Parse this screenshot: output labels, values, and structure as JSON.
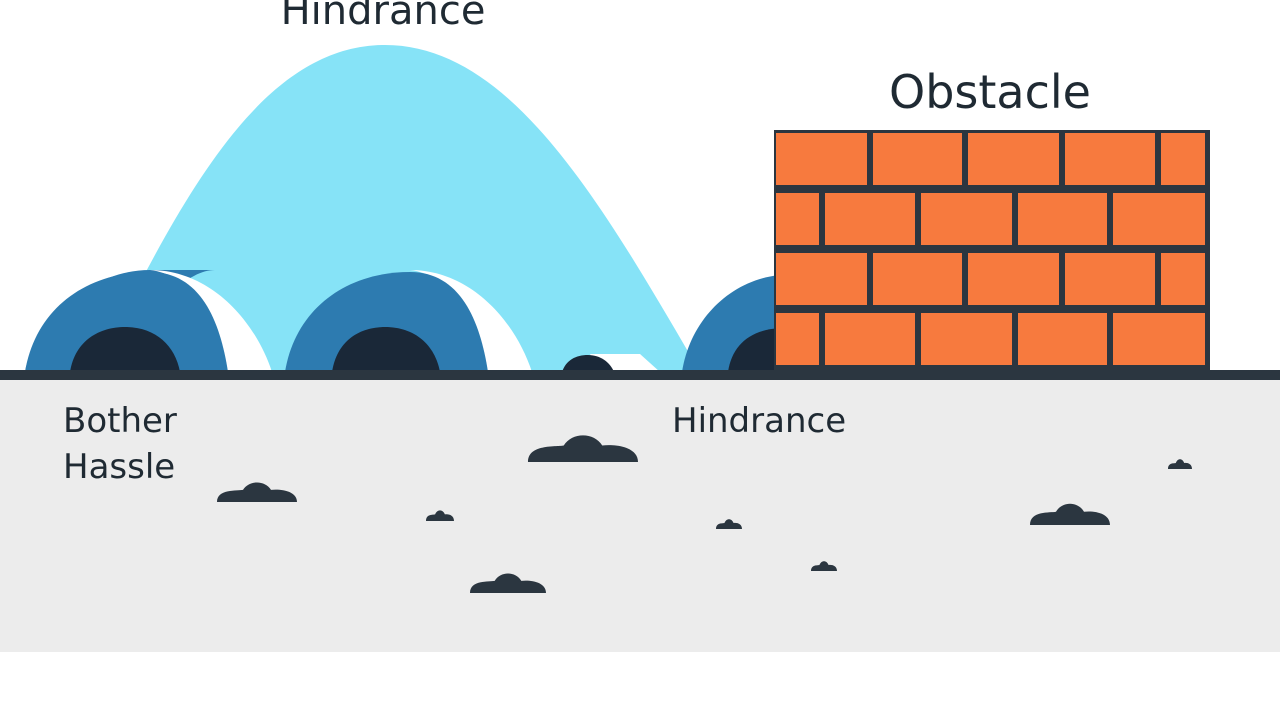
{
  "labels": {
    "top_title": "Hindrance",
    "wall_title": "Obstacle",
    "ground_left_1": "Bother",
    "ground_left_2": "Hassle",
    "ground_center": "Hindrance"
  },
  "colors": {
    "hill": "#86e3f7",
    "tunnel": "#2d7bb0",
    "tunnel_hole": "#1a2838",
    "brick": "#f77a3e",
    "mortar": "#2b3640",
    "ground": "#ececec",
    "rock": "#2b3640"
  }
}
